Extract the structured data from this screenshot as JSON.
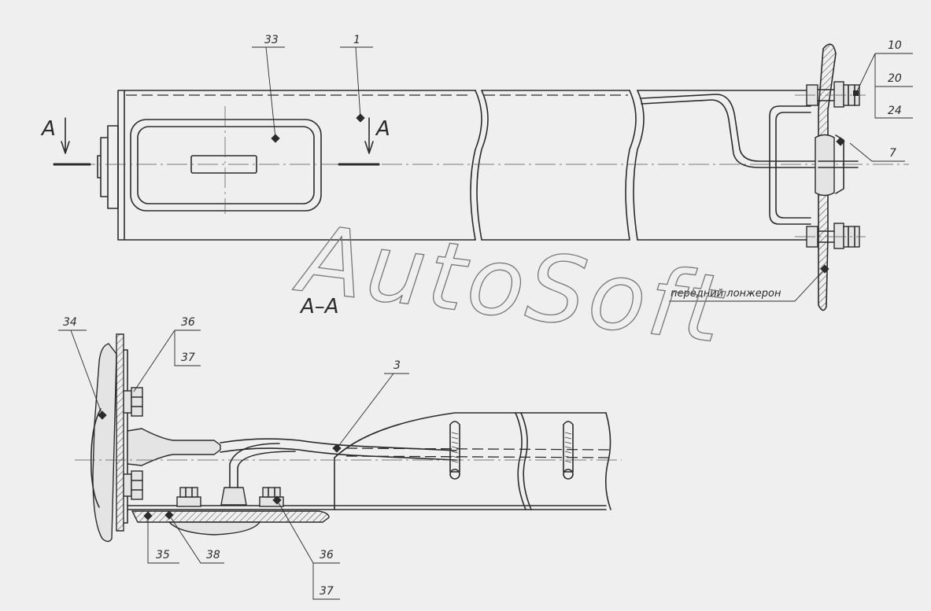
{
  "labels": {
    "l1": "1",
    "l3": "3",
    "l7": "7",
    "l10": "10",
    "l20": "20",
    "l24": "24",
    "l33": "33",
    "l34": "34",
    "l35": "35",
    "l36a": "36",
    "l37a": "37",
    "l36b": "36",
    "l37b": "37",
    "l38": "38"
  },
  "section_marks": {
    "left": "A",
    "right": "A",
    "view_title": "A–A"
  },
  "note": "передний лонжерон",
  "watermark": "AutoSoft",
  "colors": {
    "background": "#efefef",
    "line": "#2b2b2b"
  }
}
